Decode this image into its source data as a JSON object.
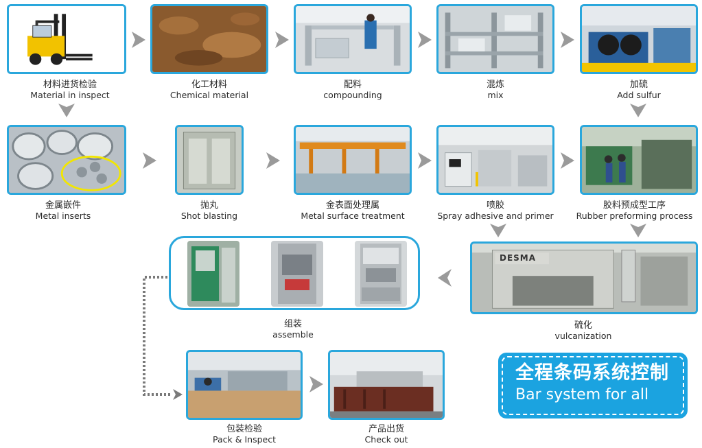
{
  "colors": {
    "accent": "#2aa7dc",
    "arrow": "#9a9a9a",
    "dotted": "#7a7a7a",
    "badge": "#1ba3e0"
  },
  "steps": {
    "s1": {
      "zh": "材料进货检验",
      "en": "Material in inspect"
    },
    "s2": {
      "zh": "化工材料",
      "en": "Chemical material"
    },
    "s3": {
      "zh": "配料",
      "en": "compounding"
    },
    "s4": {
      "zh": "混炼",
      "en": "mix"
    },
    "s5": {
      "zh": "加硫",
      "en": "Add sulfur"
    },
    "s6": {
      "zh": "金属嵌件",
      "en": "Metal inserts"
    },
    "s7": {
      "zh": "抛丸",
      "en": "Shot blasting"
    },
    "s8": {
      "zh": "金表面处理属",
      "en": "Metal surface  treatment"
    },
    "s9": {
      "zh": "喷胶",
      "en": "Spray adhesive and primer"
    },
    "s10": {
      "zh": "胶料预成型工序",
      "en": "Rubber preforming process"
    },
    "s11": {
      "zh": "硫化",
      "en": "vulcanization",
      "sign": "DESMA"
    },
    "s12": {
      "zh": "组装",
      "en": "assemble"
    },
    "s13": {
      "zh": "包装检验",
      "en": "Pack & Inspect"
    },
    "s14": {
      "zh": "产品出货",
      "en": "Check out"
    }
  },
  "badge": {
    "zh": "全程条码系统控制",
    "en": "Bar system for all"
  }
}
